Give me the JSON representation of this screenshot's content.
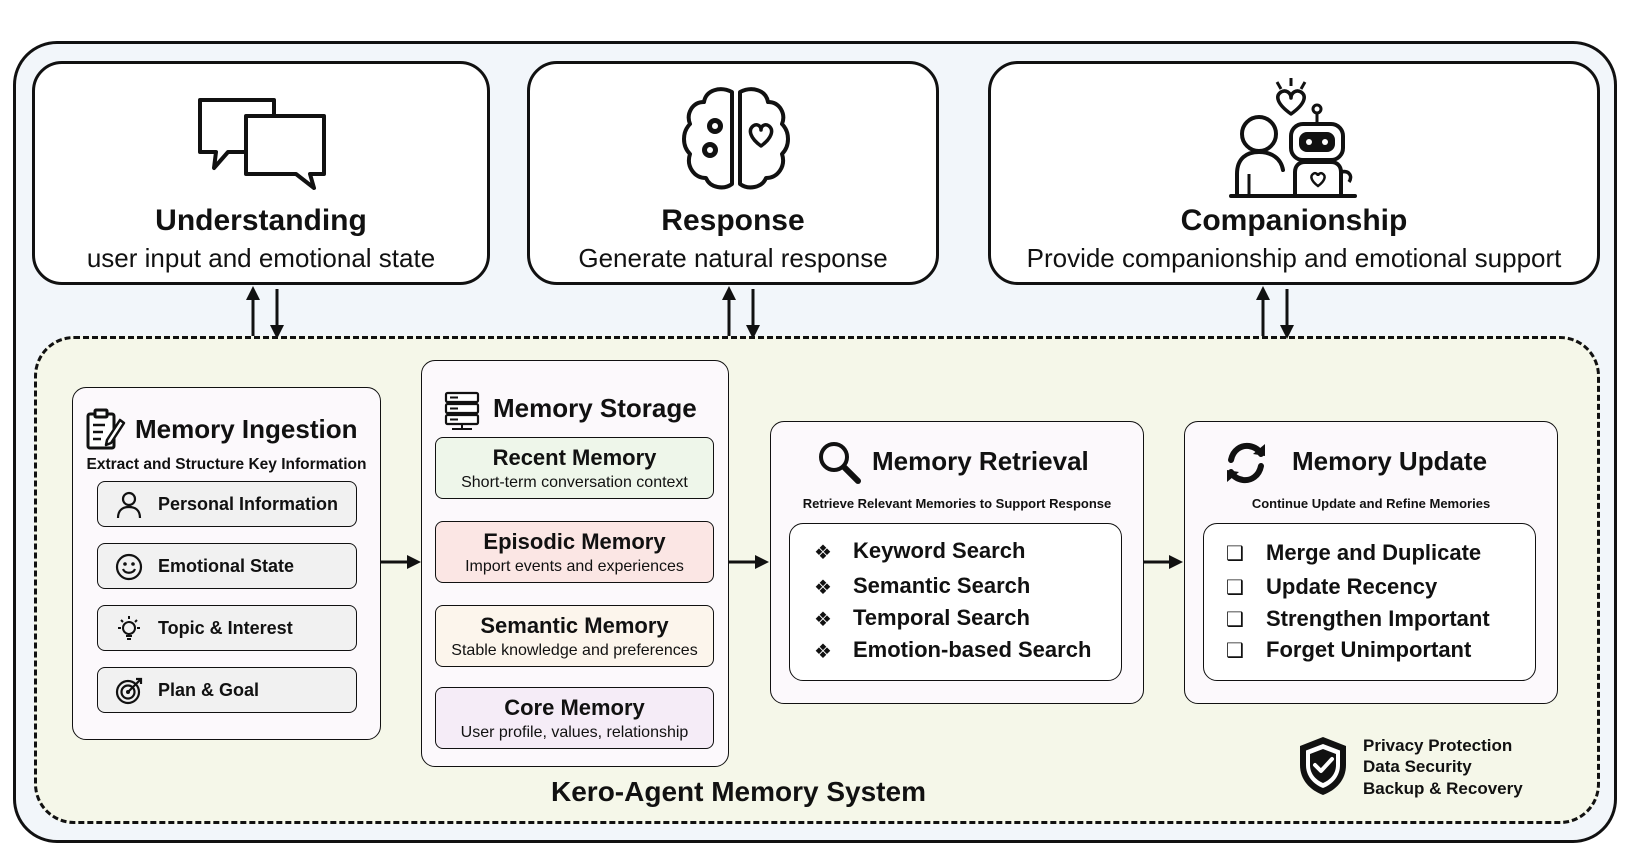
{
  "top_modules": [
    {
      "title": "Understanding",
      "subtitle": "user input and emotional state",
      "icon": "chat-bubbles-icon"
    },
    {
      "title": "Response",
      "subtitle": "Generate natural response",
      "icon": "brain-icon"
    },
    {
      "title": "Companionship",
      "subtitle": "Provide companionship and emotional support",
      "icon": "person-robot-icon"
    }
  ],
  "ingestion": {
    "title": "Memory Ingestion",
    "subtitle": "Extract and Structure Key Information",
    "items": [
      {
        "label": "Personal Information",
        "icon": "person-icon"
      },
      {
        "label": "Emotional State",
        "icon": "smiley-icon"
      },
      {
        "label": "Topic & Interest",
        "icon": "lightbulb-icon"
      },
      {
        "label": "Plan & Goal",
        "icon": "target-icon"
      }
    ]
  },
  "storage": {
    "title": "Memory Storage",
    "layers": [
      {
        "title": "Recent Memory",
        "desc": "Short-term conversation context",
        "color": "#eef6ea"
      },
      {
        "title": "Episodic Memory",
        "desc": "Import events and experiences",
        "color": "#fbe6e4"
      },
      {
        "title": "Semantic Memory",
        "desc": "Stable knowledge and preferences",
        "color": "#fcf5ec"
      },
      {
        "title": "Core Memory",
        "desc": "User profile, values, relationship",
        "color": "#f5ecf7"
      }
    ]
  },
  "retrieval": {
    "title": "Memory Retrieval",
    "subtitle": "Retrieve Relevant Memories to Support Response",
    "bullet": "❖",
    "items": [
      "Keyword Search",
      "Semantic Search",
      "Temporal Search",
      "Emotion-based Search"
    ]
  },
  "update": {
    "title": "Memory Update",
    "subtitle": "Continue Update and Refine Memories",
    "bullet": "❑",
    "items": [
      "Merge and Duplicate",
      "Update Recency",
      "Strengthen Important",
      "Forget Unimportant"
    ]
  },
  "system_caption": "Kero-Agent Memory System",
  "security": {
    "icon": "shield-check-icon",
    "lines": [
      "Privacy Protection",
      "Data Security",
      "Backup & Recovery"
    ]
  },
  "colors": {
    "outer_bg": "#f2f6fa",
    "inner_bg": "#f5f7e9",
    "panel_bg": "#fcf9fc"
  }
}
